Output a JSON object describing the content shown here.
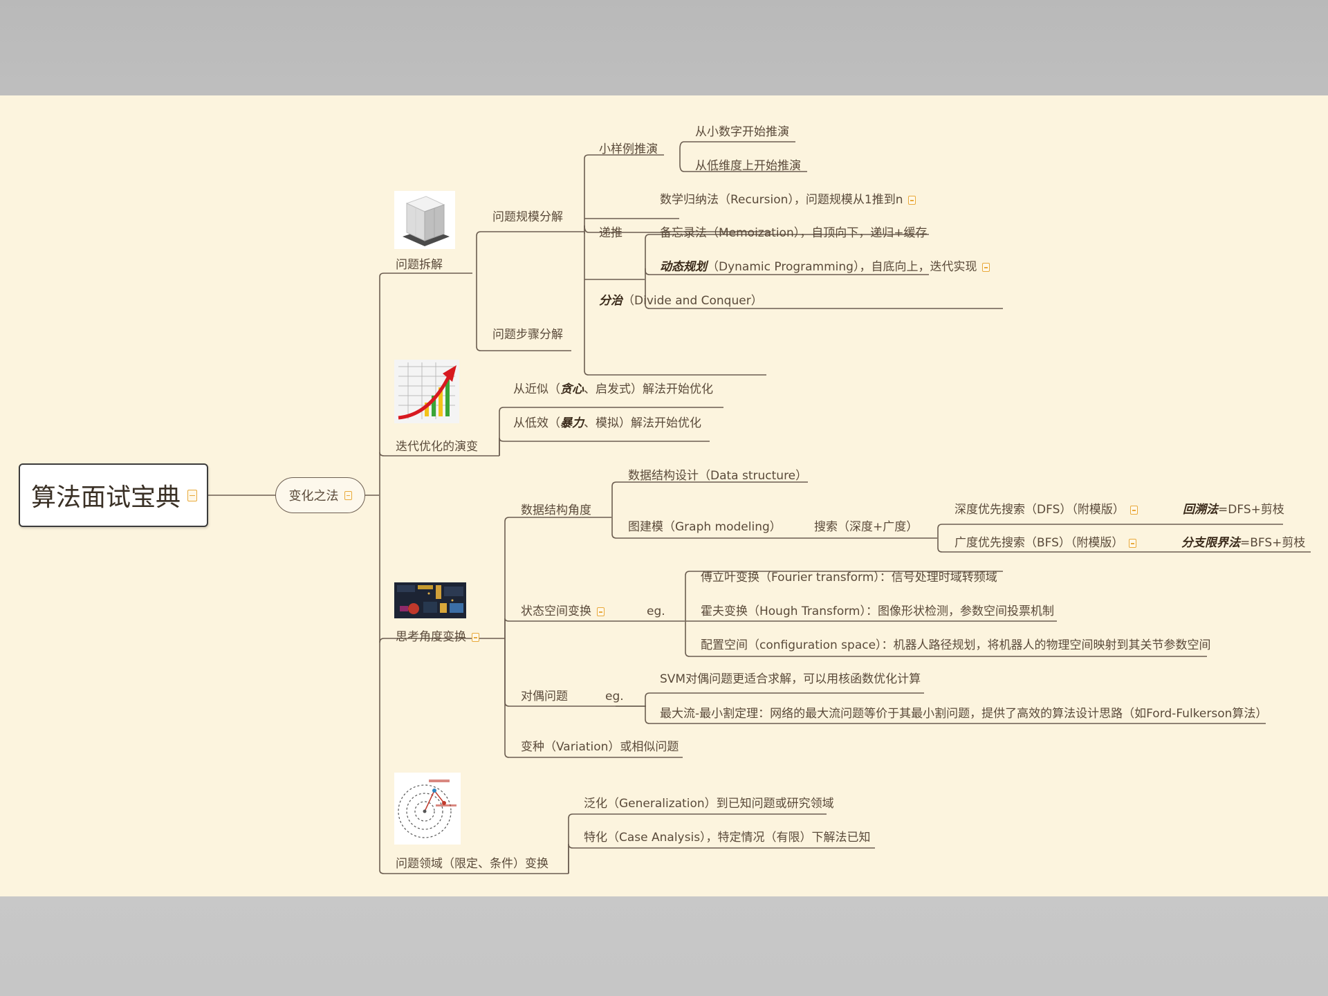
{
  "root": {
    "title": "算法面试宝典"
  },
  "center": {
    "label": "变化之法"
  },
  "b1": {
    "label": "问题拆解",
    "icon": "cube-icon",
    "scale": "问题规模分解",
    "small": "小样例推演",
    "small_a": "从小数字开始推演",
    "small_b": "从低维度上开始推演",
    "recur": "递推",
    "r1": "数学归纳法（Recursion），问题规模从1推到n",
    "r2": "备忘录法（Memoization），自顶向下，递归+缓存",
    "r3_bold": "动态规划",
    "r3_rest": "（Dynamic Programming），自底向上，迭代实现",
    "dc_bold": "分治",
    "dc_rest": "（Divide and Conquer）",
    "steps": "问题步骤分解"
  },
  "b2": {
    "label": "迭代优化的演变",
    "icon": "growth-chart-icon",
    "a_pre": "从近似（",
    "a_bold": "贪心",
    "a_post": "、启发式）解法开始优化",
    "b_pre": "从低效（",
    "b_bold": "暴力",
    "b_post": "、模拟）解法开始优化"
  },
  "b3": {
    "label": "思考角度变换",
    "icon": "dashboard-icon",
    "ds": "数据结构角度",
    "ds1": "数据结构设计（Data structure）",
    "ds2": "图建模（Graph modeling）",
    "search": "搜索（深度+广度）",
    "dfs": "深度优先搜索（DFS）（附模版）",
    "dfs_bold": "回溯法",
    "dfs_rest": "=DFS+剪枝",
    "bfs": "广度优先搜索（BFS）（附模版）",
    "bfs_bold": "分支限界法",
    "bfs_rest": "=BFS+剪枝",
    "state": "状态空间变换",
    "eg1": "eg.",
    "s1": "傅立叶变换（Fourier transform）：信号处理时域转频域",
    "s2": "霍夫变换（Hough Transform）：图像形状检测，参数空间投票机制",
    "s3": "配置空间（configuration space）：机器人路径规划，将机器人的物理空间映射到其关节参数空间",
    "dual": "对偶问题",
    "eg2": "eg.",
    "d1": "SVM对偶问题更适合求解，可以用核函数优化计算",
    "d2": "最大流-最小割定理：网络的最大流问题等价于其最小割问题，提供了高效的算法设计思路（如Ford-Fulkerson算法）",
    "var": "变种（Variation）或相似问题"
  },
  "b4": {
    "label": "问题领域（限定、条件）变换",
    "icon": "target-diagram-icon",
    "g1": "泛化（Generalization）到已知问题或研究领域",
    "g2": "特化（Case Analysis），特定情况（有限）下解法已知"
  },
  "colors": {
    "background": "#fcf4de",
    "line": "#6b5d50",
    "note": "#e8a93a"
  }
}
